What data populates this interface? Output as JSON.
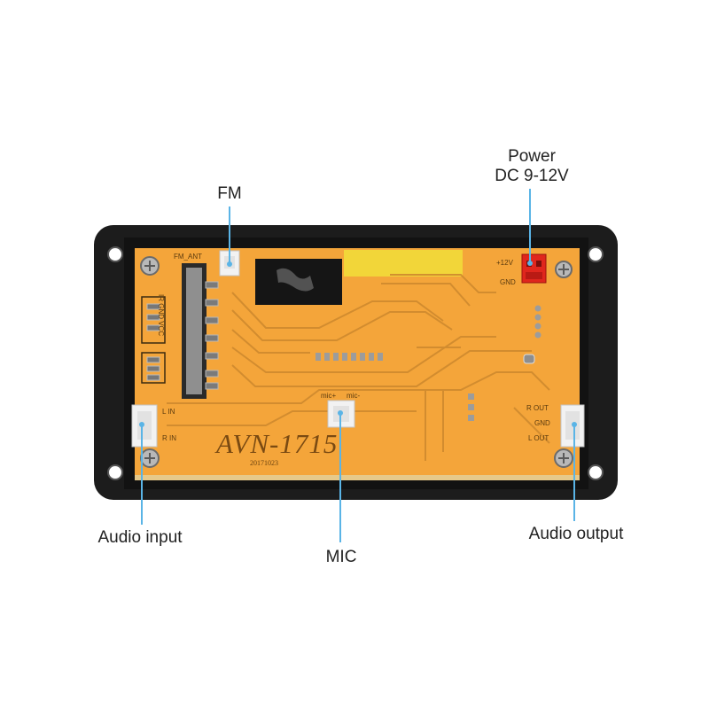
{
  "callouts": {
    "power_line1": "Power",
    "power_line2": "DC 9-12V",
    "fm": "FM",
    "audio_input": "Audio input",
    "mic": "MIC",
    "audio_output": "Audio output"
  },
  "board": {
    "model": "AVN-1715",
    "date": "20171023",
    "labels": {
      "fm_ant": "FM_ANT",
      "ir_gnd_vcc": "IR  GND VCC",
      "plus12v": "+12V",
      "gnd_power": "GND",
      "l_in": "L IN",
      "r_in": "R IN",
      "mic_plus": "mic+",
      "mic_minus": "mic-",
      "r_out": "R OUT",
      "gnd_out": "GND",
      "l_out": "L OUT"
    }
  },
  "colors": {
    "pcb": "#f4a53a",
    "frame": "#1c1c1c",
    "connector_white": "#f2f2f2",
    "connector_red": "#e0261d",
    "callout_line": "#5ab4e6",
    "silk_yellow": "#f2dc3a"
  }
}
